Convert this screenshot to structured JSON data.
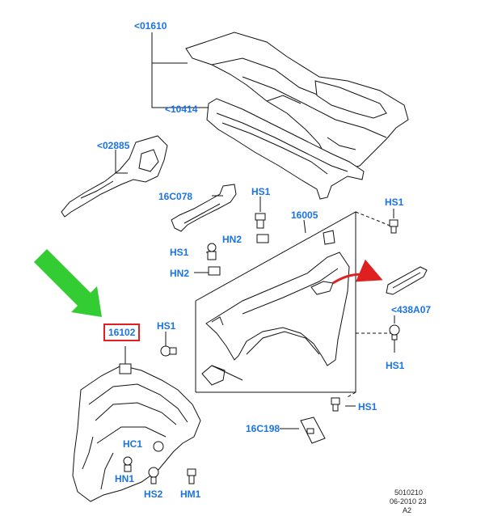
{
  "colors": {
    "label": "#1a73e8",
    "highlight_box": "#e02020",
    "arrow_green": "#33cc33",
    "arrow_red": "#e02020",
    "line": "#111111"
  },
  "labels": {
    "l01610": "<01610",
    "l10414": "<10414",
    "l02885": "<02885",
    "l16C078": "16C078",
    "lHS1_top": "HS1",
    "l16005": "16005",
    "lHS1_right_top": "HS1",
    "lHN2_mid": "HN2",
    "lHS1_left": "HS1",
    "lHN2_left": "HN2",
    "l438A07": "<438A07",
    "l16102": "16102",
    "lHS1_fender": "HS1",
    "lHS1_right_mid": "HS1",
    "lHS1_bottom": "HS1",
    "l16C198": "16C198",
    "lHC1": "HC1",
    "lHN1": "HN1",
    "lHS2": "HS2",
    "lHM1": "HM1"
  },
  "reference": {
    "line1": "5010210",
    "line2": "06-2010 23",
    "line3": "A2"
  }
}
